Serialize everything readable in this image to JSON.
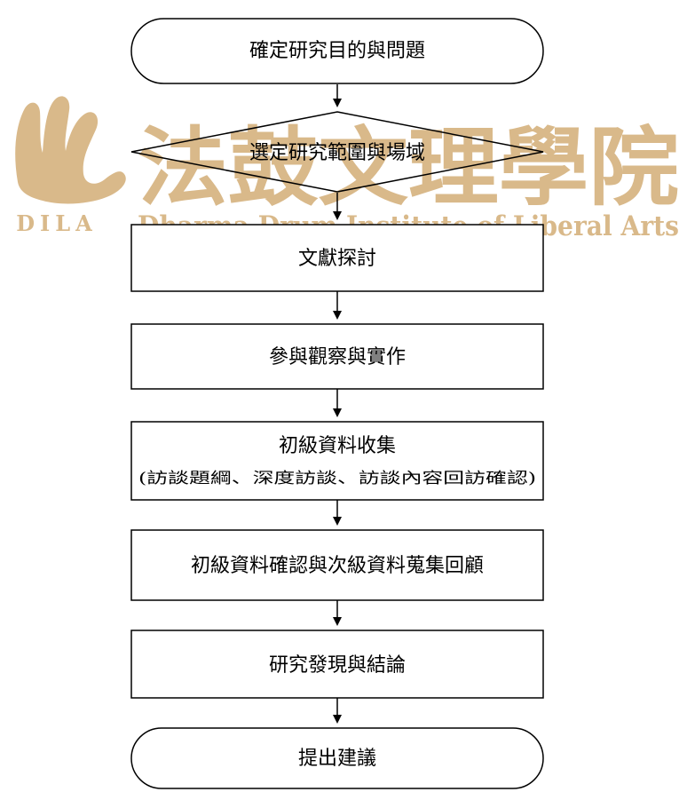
{
  "watermark": {
    "logo_text": "DILA",
    "chinese_name": "法鼓文理學院",
    "english_name": "Dharma Drum Institute of Liberal Arts",
    "color": "#d9b98a"
  },
  "flowchart": {
    "steps": [
      {
        "id": "define-purpose",
        "shape": "terminator",
        "label": "確定研究目的與問題"
      },
      {
        "id": "select-scope",
        "shape": "decision",
        "label": "選定研究範圍與場域"
      },
      {
        "id": "literature-review",
        "shape": "process",
        "label": "文獻探討"
      },
      {
        "id": "participant-observation",
        "shape": "process",
        "label": "參與觀察與實作"
      },
      {
        "id": "primary-data-collection",
        "shape": "process",
        "label": "初級資料收集",
        "sublabel": "(訪談題綱、深度訪談、訪談內容回訪確認)"
      },
      {
        "id": "data-confirmation-review",
        "shape": "process",
        "label": "初級資料確認與次級資料蒐集回顧"
      },
      {
        "id": "findings-conclusion",
        "shape": "process",
        "label": "研究發現與結論"
      },
      {
        "id": "propose-suggestions",
        "shape": "terminator",
        "label": "提出建議"
      }
    ]
  }
}
